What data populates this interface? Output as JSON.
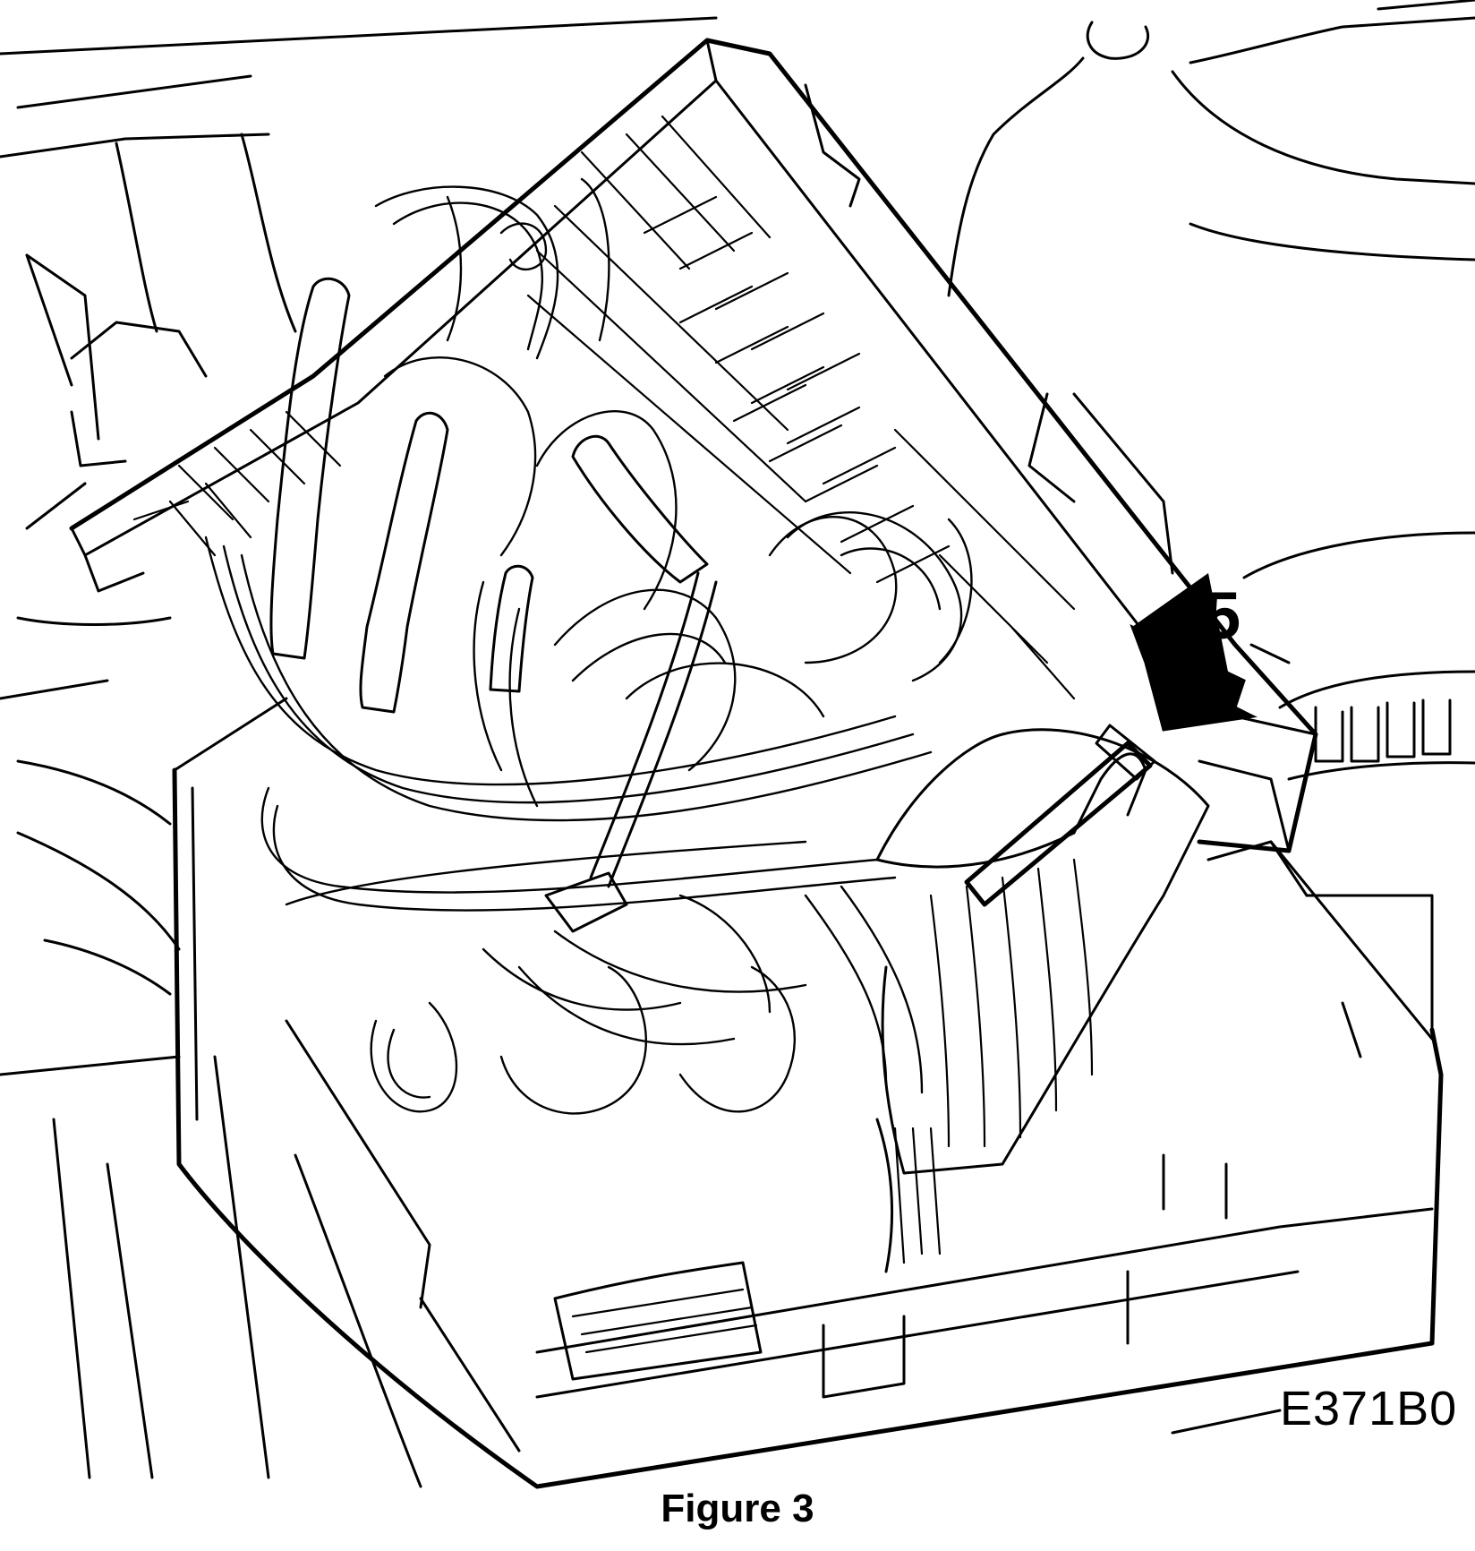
{
  "figure": {
    "caption": "Figure 3",
    "callout_number": "5",
    "reference_code": "E371B0"
  }
}
